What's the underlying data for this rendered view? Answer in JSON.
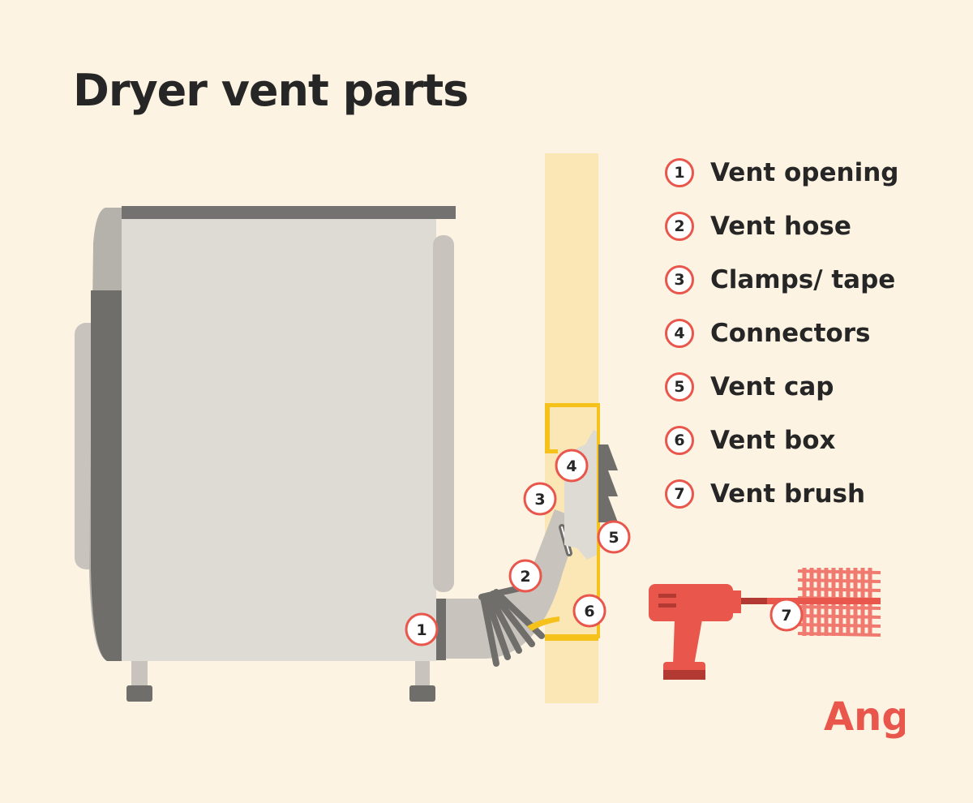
{
  "title": "Dryer vent parts",
  "legend": [
    {
      "num": "1",
      "label": "Vent opening"
    },
    {
      "num": "2",
      "label": "Vent hose"
    },
    {
      "num": "3",
      "label": "Clamps/ tape"
    },
    {
      "num": "4",
      "label": "Connectors"
    },
    {
      "num": "5",
      "label": "Vent cap"
    },
    {
      "num": "6",
      "label": "Vent box"
    },
    {
      "num": "7",
      "label": "Vent brush"
    }
  ],
  "callouts": [
    "1",
    "2",
    "3",
    "4",
    "5",
    "6",
    "7"
  ],
  "logo": "Angi",
  "colors": {
    "background": "#fdf3e2",
    "accent": "#e8564c",
    "wall": "#fbe7b6",
    "vent_box": "#f5c11b",
    "dryer": "#dedbd4",
    "text": "#262626"
  }
}
